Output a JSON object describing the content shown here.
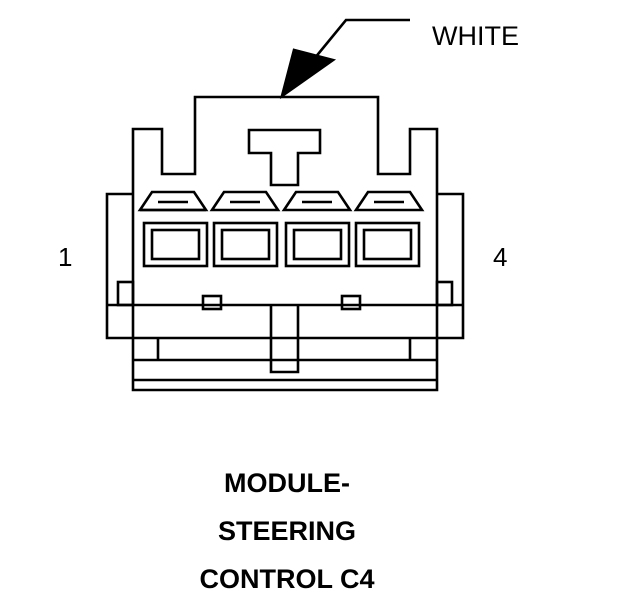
{
  "connector": {
    "color_label": "WHITE",
    "pin_first": "1",
    "pin_last": "4",
    "pin_count": 4,
    "title_lines": [
      "MODULE-",
      "STEERING",
      "CONTROL C4"
    ]
  },
  "colors": {
    "ink": "#000000",
    "background": "#ffffff"
  }
}
